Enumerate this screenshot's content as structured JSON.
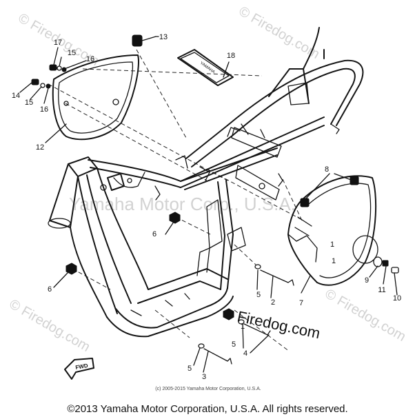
{
  "diagram": {
    "callouts": [
      {
        "id": "c1",
        "label": "1"
      },
      {
        "id": "c2",
        "label": "2"
      },
      {
        "id": "c3",
        "label": "3"
      },
      {
        "id": "c4",
        "label": "4"
      },
      {
        "id": "c5a",
        "label": "5"
      },
      {
        "id": "c5b",
        "label": "5"
      },
      {
        "id": "c5c",
        "label": "5"
      },
      {
        "id": "c6a",
        "label": "6"
      },
      {
        "id": "c6b",
        "label": "6"
      },
      {
        "id": "c7",
        "label": "7"
      },
      {
        "id": "c8",
        "label": "8"
      },
      {
        "id": "c9",
        "label": "9"
      },
      {
        "id": "c10",
        "label": "10"
      },
      {
        "id": "c11",
        "label": "11"
      },
      {
        "id": "c12",
        "label": "12"
      },
      {
        "id": "c13",
        "label": "13"
      },
      {
        "id": "c14",
        "label": "14"
      },
      {
        "id": "c15a",
        "label": "15"
      },
      {
        "id": "c15b",
        "label": "15"
      },
      {
        "id": "c16a",
        "label": "16"
      },
      {
        "id": "c16b",
        "label": "16"
      },
      {
        "id": "c17",
        "label": "17"
      },
      {
        "id": "c18",
        "label": "18"
      }
    ],
    "fwd_marker": "FWD",
    "tag_text": "YAMAHA",
    "side_cover_marks": [
      "1",
      "1"
    ]
  },
  "watermarks": {
    "firedog": "© Firedog.com",
    "yamaha": "Yamaha Motor Corp., U.S.A."
  },
  "firedog_overlay": "Firedog.com",
  "copyright_small": "(c) 2005-2015 Yamaha Motor Corporation, U.S.A.",
  "copyright_main": "©2013 Yamaha Motor Corporation, U.S.A. All rights reserved."
}
